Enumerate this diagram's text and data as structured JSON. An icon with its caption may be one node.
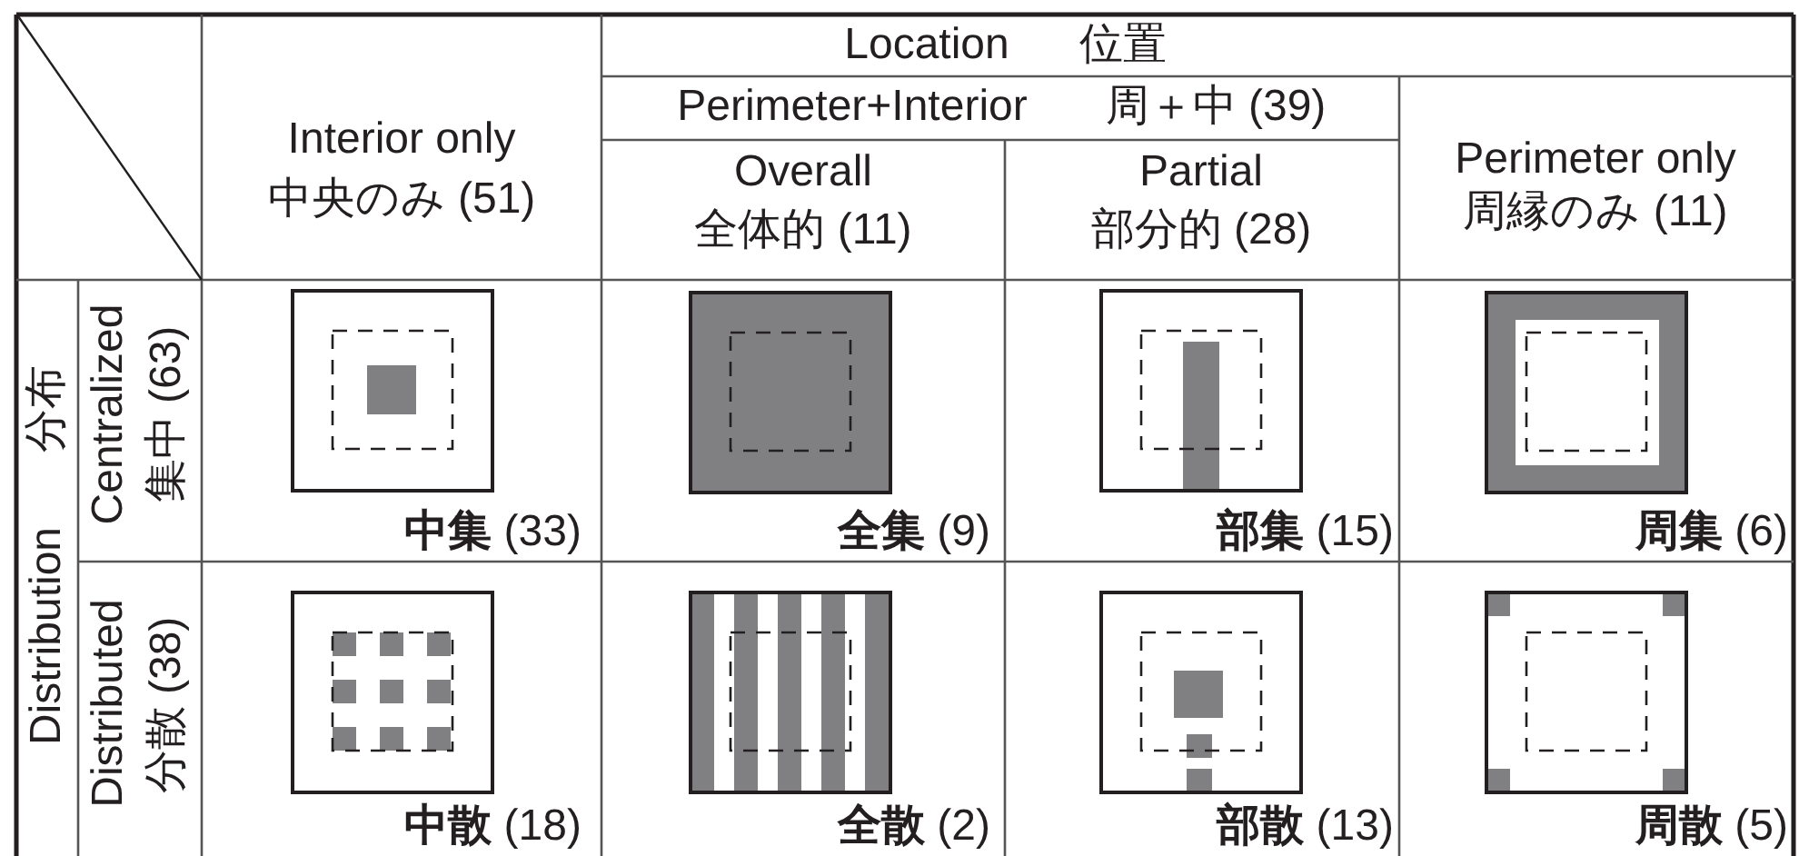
{
  "diagram": {
    "labels": [
      "Location",
      "位置",
      "Interior only",
      "中央のみ (51)",
      "Perimeter+Interior",
      "周＋中 (39)",
      "Perimeter only",
      "周縁のみ (11)",
      "Overall",
      "全体的 (11)",
      "Partial",
      "部分的 (28)",
      "Distribution",
      "分布",
      "Centralized",
      "集中 (63)",
      "**中集** (33)",
      "**全集** (9)",
      "**部集** (15)",
      "**周集** (6)",
      "Distributed",
      "分散 (38)",
      "**中散** (18)",
      "**全散** (2)",
      "**部散** (13)",
      "**周散** (5)"
    ]
  }
}
